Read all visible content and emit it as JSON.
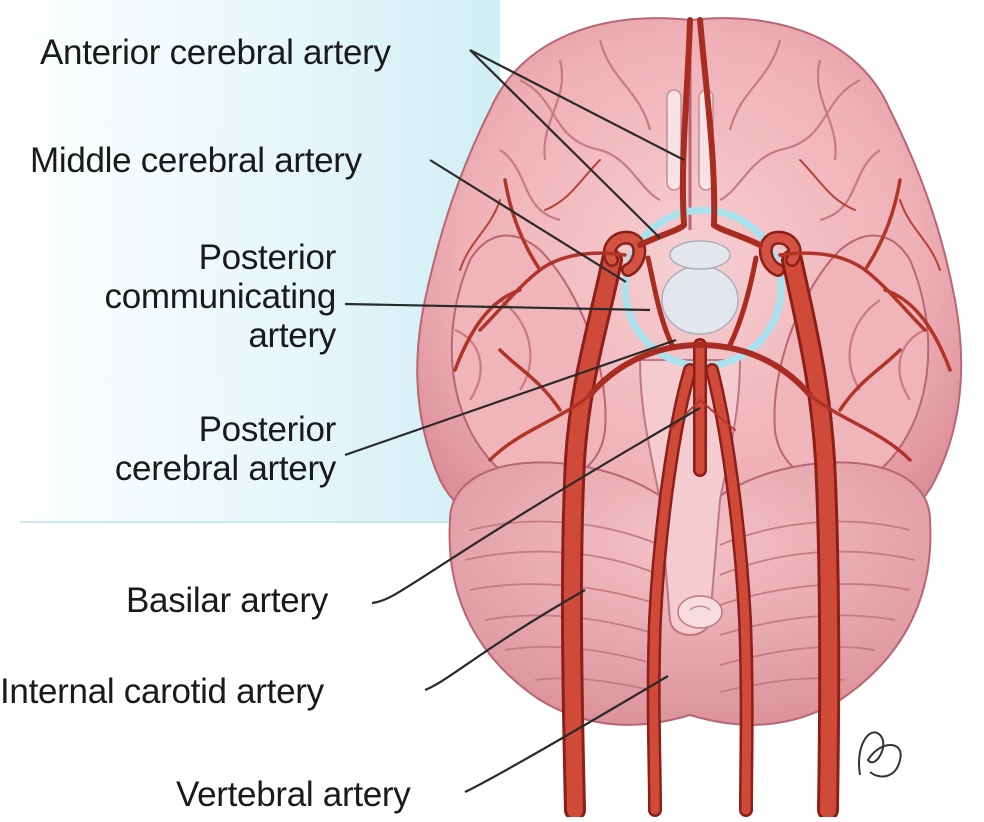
{
  "labels": {
    "anterior_cerebral": "Anterior cerebral artery",
    "middle_cerebral": "Middle cerebral artery",
    "posterior_communicating": [
      "Posterior",
      "communicating",
      "artery"
    ],
    "posterior_cerebral": [
      "Posterior",
      "cerebral artery"
    ],
    "basilar": "Basilar artery",
    "internal_carotid": "Internal carotid artery",
    "vertebral": "Vertebral artery"
  },
  "signature": "JP",
  "colors": {
    "panel": "#d9f1f7",
    "brain": "#f1b9bf",
    "brain_shade": "#d98d97",
    "sulcus": "#b8606c",
    "artery": "#c5382a",
    "artery_dark": "#8c1f17",
    "circle_highlight": "#a8e2ef",
    "leader": "#2a2a2a"
  }
}
